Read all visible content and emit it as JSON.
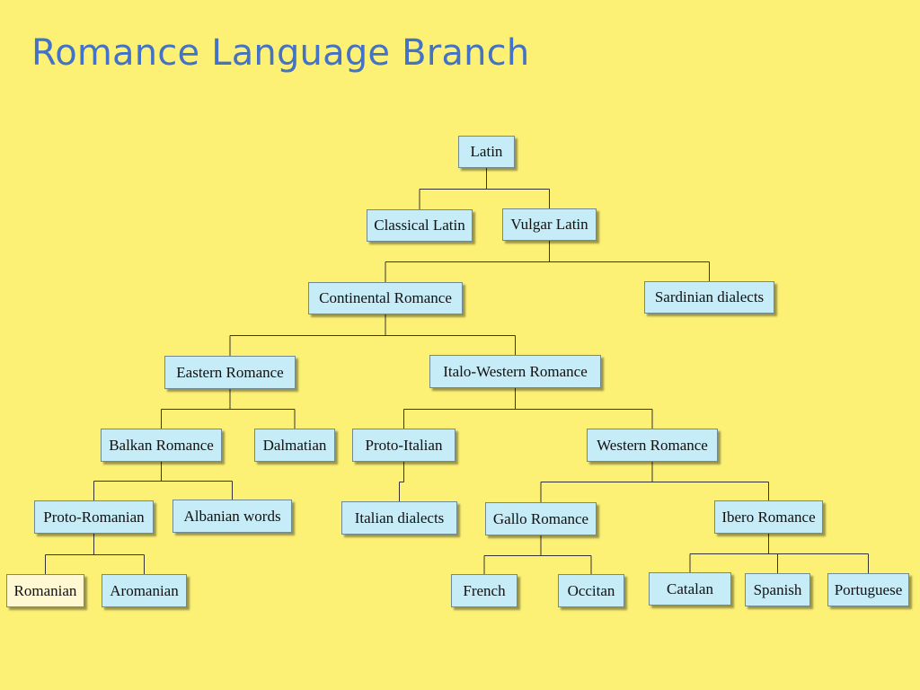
{
  "title": "Romance Language Branch",
  "colors": {
    "background": "#FCF175",
    "title": "#4472C4",
    "node_fill": "#C6ECF7",
    "node_fill_highlight": "#FFF8D2",
    "connector": "#333333"
  },
  "tree": {
    "label": "Latin",
    "children": [
      {
        "label": "Classical Latin"
      },
      {
        "label": "Vulgar Latin",
        "children": [
          {
            "label": "Continental Romance",
            "children": [
              {
                "label": "Eastern Romance",
                "children": [
                  {
                    "label": "Balkan Romance",
                    "children": [
                      {
                        "label": "Proto-Romanian",
                        "children": [
                          {
                            "label": "Romanian",
                            "highlight": true
                          },
                          {
                            "label": "Aromanian"
                          }
                        ]
                      },
                      {
                        "label": "Albanian words"
                      }
                    ]
                  },
                  {
                    "label": "Dalmatian"
                  }
                ]
              },
              {
                "label": "Italo-Western Romance",
                "children": [
                  {
                    "label": "Proto-Italian",
                    "children": [
                      {
                        "label": "Italian dialects"
                      }
                    ]
                  },
                  {
                    "label": "Western Romance",
                    "children": [
                      {
                        "label": "Gallo Romance",
                        "children": [
                          {
                            "label": "French"
                          },
                          {
                            "label": "Occitan"
                          }
                        ]
                      },
                      {
                        "label": "Ibero Romance",
                        "children": [
                          {
                            "label": "Catalan"
                          },
                          {
                            "label": "Spanish"
                          },
                          {
                            "label": "Portuguese"
                          }
                        ]
                      }
                    ]
                  }
                ]
              }
            ]
          },
          {
            "label": "Sardinian dialects"
          }
        ]
      }
    ]
  }
}
